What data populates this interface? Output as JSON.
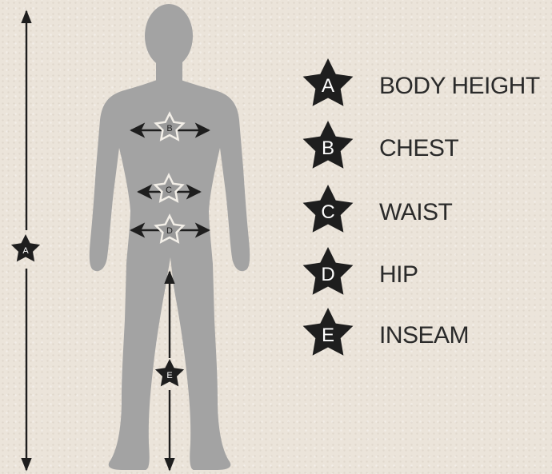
{
  "legend": [
    {
      "letter": "A",
      "label": "BODY HEIGHT"
    },
    {
      "letter": "B",
      "label": "CHEST"
    },
    {
      "letter": "C",
      "label": "WAIST"
    },
    {
      "letter": "D",
      "label": "HIP"
    },
    {
      "letter": "E",
      "label": "INSEAM"
    }
  ],
  "colors": {
    "background": "#ebe4da",
    "silhouette": "#a3a3a3",
    "ink": "#1e1e1e",
    "label": "#2a2a2a"
  }
}
